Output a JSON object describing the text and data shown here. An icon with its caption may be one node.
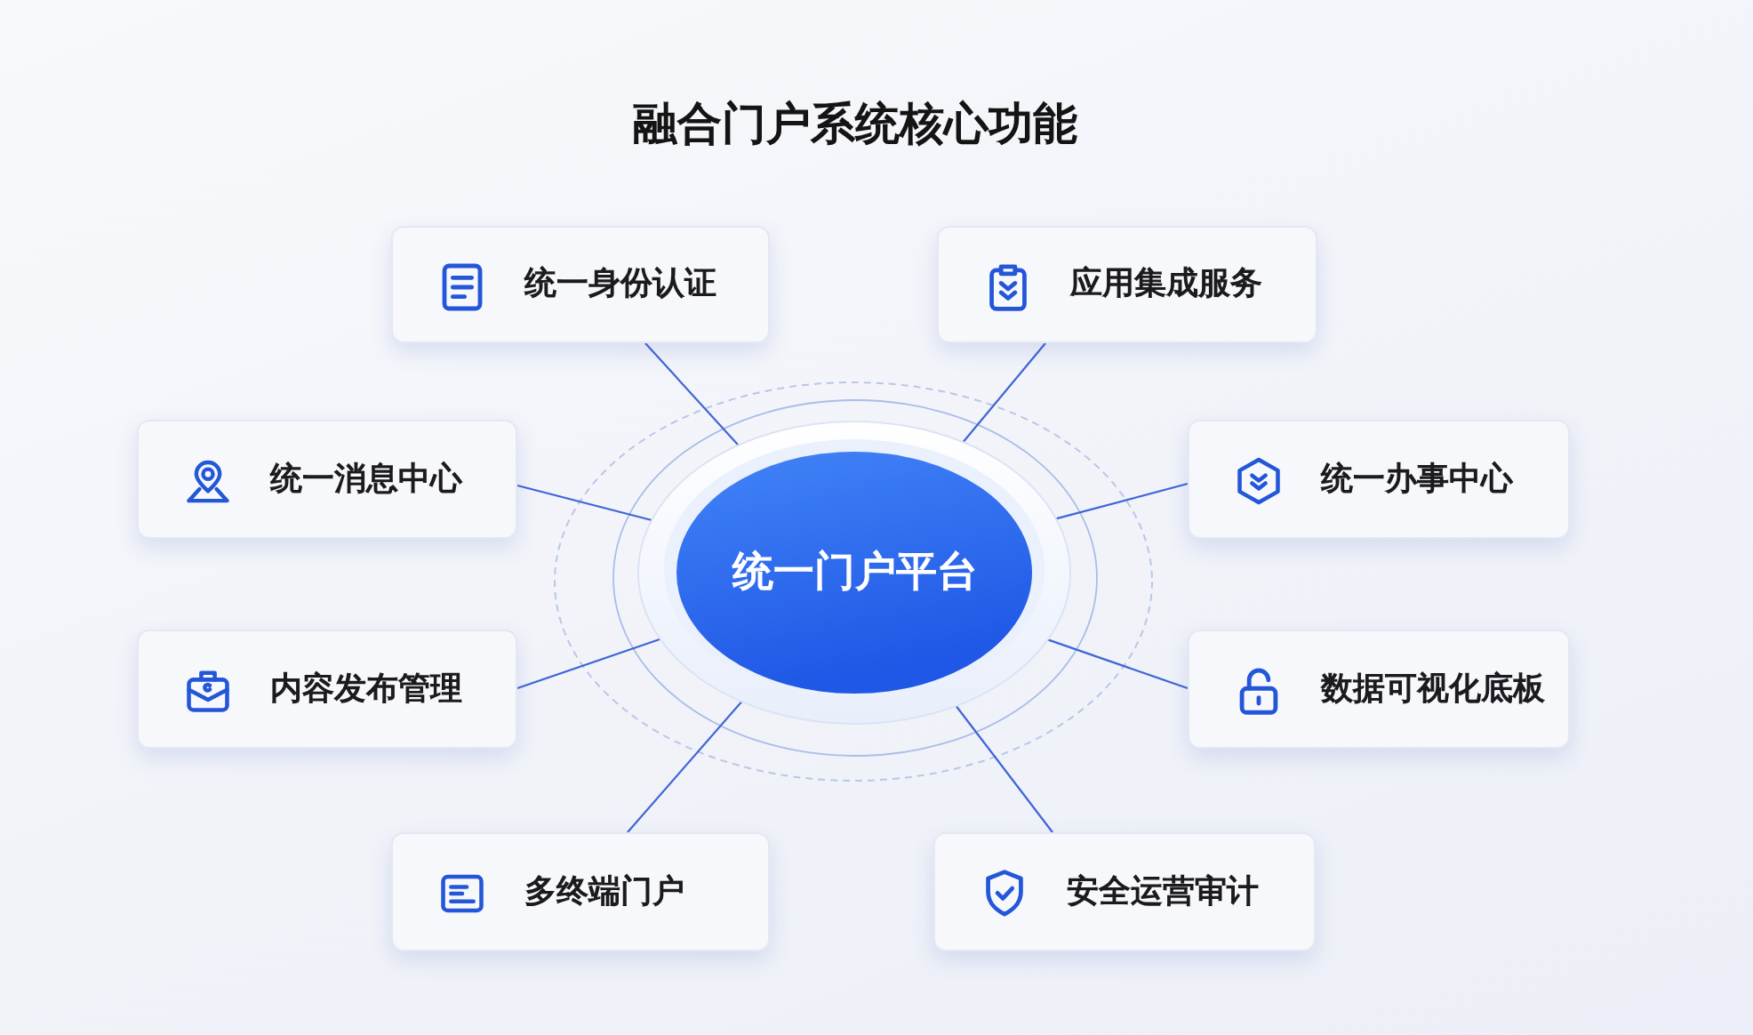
{
  "diagram": {
    "title": "融合门户系统核心功能",
    "nodes": [
      {
        "text": [
          "统一门户平台"
        ]
      },
      {
        "text": [
          "统一身份认证"
        ]
      },
      {
        "text": [
          "应用集成服务"
        ]
      },
      {
        "text": [
          "统一消息中心"
        ]
      },
      {
        "text": [
          "统一办事中心"
        ]
      },
      {
        "text": [
          "内容发布管理"
        ]
      },
      {
        "text": [
          "数据可视化底板"
        ]
      },
      {
        "text": [
          "多终端门户"
        ]
      },
      {
        "text": [
          "安全运营审计"
        ]
      }
    ],
    "edges": [
      {
        "from": 0,
        "to": 1,
        "arrow": "none"
      },
      {
        "from": 0,
        "to": 2,
        "arrow": "none"
      },
      {
        "from": 0,
        "to": 3,
        "arrow": "none"
      },
      {
        "from": 0,
        "to": 4,
        "arrow": "none"
      },
      {
        "from": 0,
        "to": 5,
        "arrow": "none"
      },
      {
        "from": 0,
        "to": 6,
        "arrow": "none"
      },
      {
        "from": 0,
        "to": 7,
        "arrow": "none"
      },
      {
        "from": 0,
        "to": 8,
        "arrow": "none"
      }
    ]
  }
}
